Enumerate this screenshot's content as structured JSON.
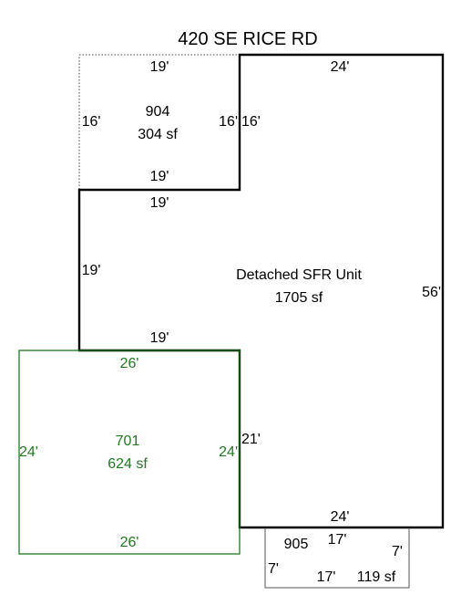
{
  "title": "420 SE RICE RD",
  "main_unit": {
    "name": "Detached SFR Unit",
    "area": "1705 sf",
    "dims": {
      "top": "24'",
      "right": "56'",
      "bottom": "24'",
      "left_notch": "16'",
      "notch_bottom": "19'",
      "left_upper": "19'",
      "left_bottom_edge": "19'",
      "lower_left": "21'"
    }
  },
  "section_904": {
    "code": "904",
    "area": "304 sf",
    "dims": {
      "top": "19'",
      "left": "16'",
      "right": "16'",
      "bottom": "19'"
    }
  },
  "section_701": {
    "code": "701",
    "area": "624 sf",
    "dims": {
      "top": "26'",
      "left": "24'",
      "right": "24'",
      "bottom": "26'"
    }
  },
  "section_905": {
    "code": "905",
    "area": "119 sf",
    "dims": {
      "top": "17'",
      "left": "7'",
      "right": "7'",
      "bottom": "17'"
    }
  },
  "colors": {
    "main": "#000000",
    "garage": "#1f7a1f",
    "outline": "#555555"
  }
}
